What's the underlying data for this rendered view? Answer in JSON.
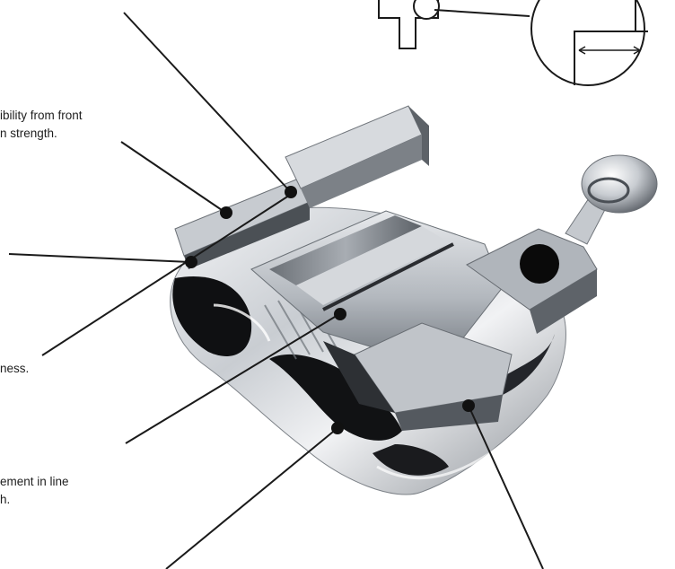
{
  "captions": {
    "top_left_lines": [
      "ibility from front",
      "n strength."
    ],
    "middle_left": "ness.",
    "bottom_left_lines": [
      "ement in line",
      "h."
    ]
  },
  "figure": {
    "subject": "orthodontic bracket with callout leader lines and inset detail",
    "colors": {
      "line": "#1a1a1a",
      "dot": "#111111",
      "metal_light": "#e9ecef",
      "metal_mid": "#b7bcc2",
      "metal_dark": "#4a4f55",
      "shadow": "#0e0f11"
    }
  }
}
